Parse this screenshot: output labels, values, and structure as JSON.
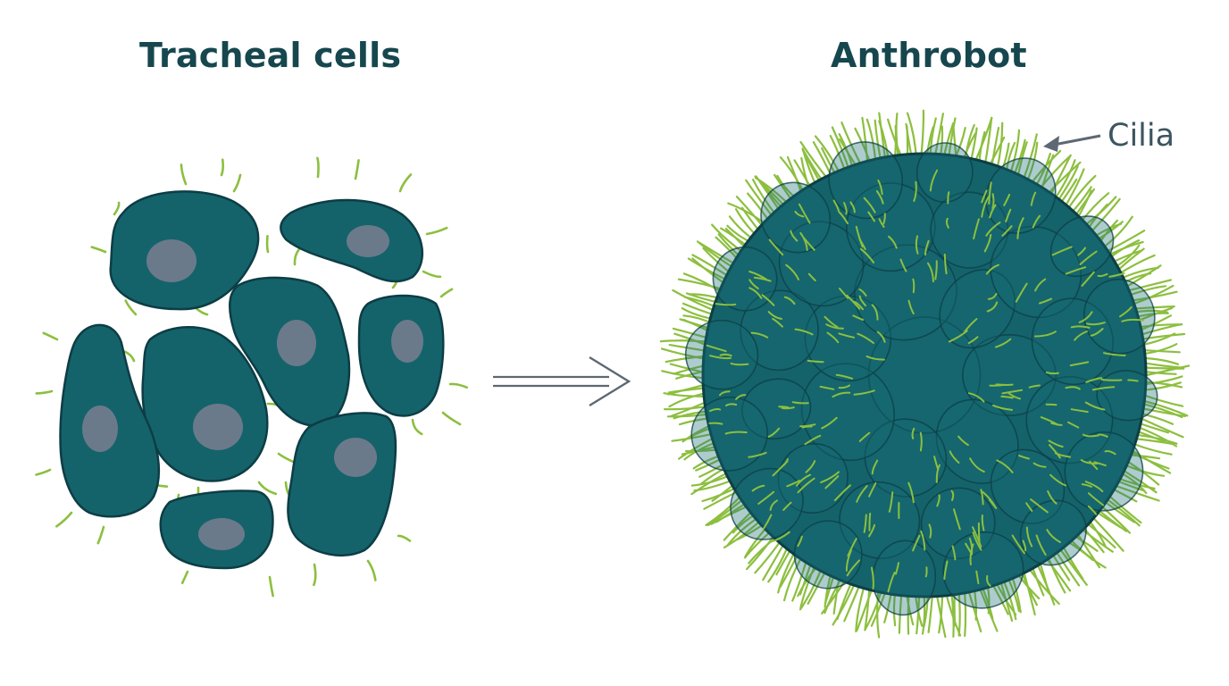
{
  "titles": {
    "left": "Tracheal cells",
    "right": "Anthrobot"
  },
  "callout": {
    "label": "Cilia"
  },
  "colors": {
    "background": "#ffffff",
    "cell_fill": "#14636b",
    "cell_outline": "#0d3d45",
    "nucleus": "#6b7a8a",
    "cilia": "#8cbf3f",
    "title_text": "#16474f",
    "arrow": "#5d6873",
    "callout_text": "#3d5560"
  },
  "icons": {
    "transformation_arrow": "double-line-arrow-right-icon",
    "pointer_arrow": "arrow-left-icon"
  }
}
